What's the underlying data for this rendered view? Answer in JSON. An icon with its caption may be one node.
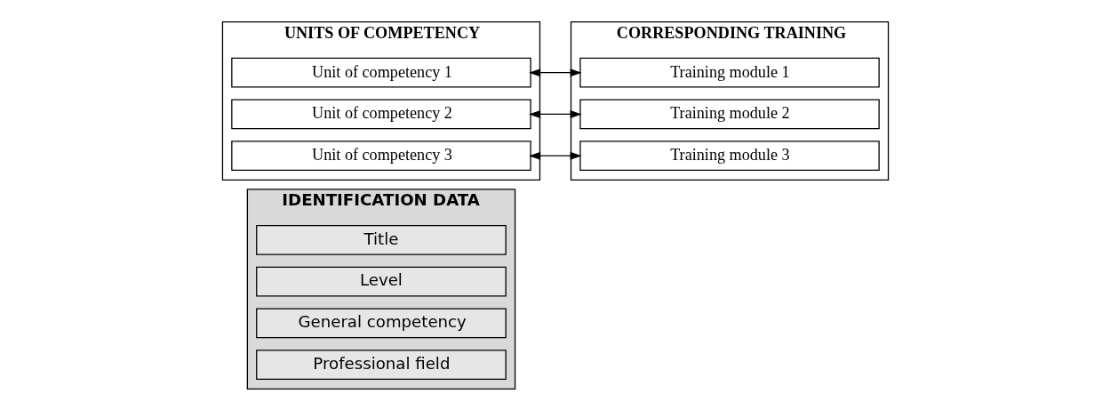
{
  "diagram": {
    "nodes": [
      {
        "text": [
          "IDENTIFICATION DATA"
        ]
      },
      {
        "text": [
          "Title"
        ],
        "in": 0
      },
      {
        "text": [
          "Level"
        ],
        "in": 0
      },
      {
        "text": [
          "General competency"
        ],
        "in": 0
      },
      {
        "text": [
          "Professional field"
        ],
        "in": 0
      },
      {
        "text": [
          "UNITS OF COMPETENCY"
        ]
      },
      {
        "text": [
          "Unit of competency 1"
        ],
        "in": 5
      },
      {
        "text": [
          "Unit of competency 2"
        ],
        "in": 5
      },
      {
        "text": [
          "Unit of competency 3"
        ],
        "in": 5
      },
      {
        "text": [
          "CORRESPONDING TRAINING"
        ]
      },
      {
        "text": [
          "Training module 1"
        ],
        "in": 9
      },
      {
        "text": [
          "Training module 2"
        ],
        "in": 9
      },
      {
        "text": [
          "Training module 3"
        ],
        "in": 9
      }
    ],
    "edges": [
      {
        "from": 6,
        "to": 10,
        "arrow": "both"
      },
      {
        "from": 7,
        "to": 11,
        "arrow": "both"
      },
      {
        "from": 8,
        "to": 12,
        "arrow": "both"
      }
    ]
  }
}
